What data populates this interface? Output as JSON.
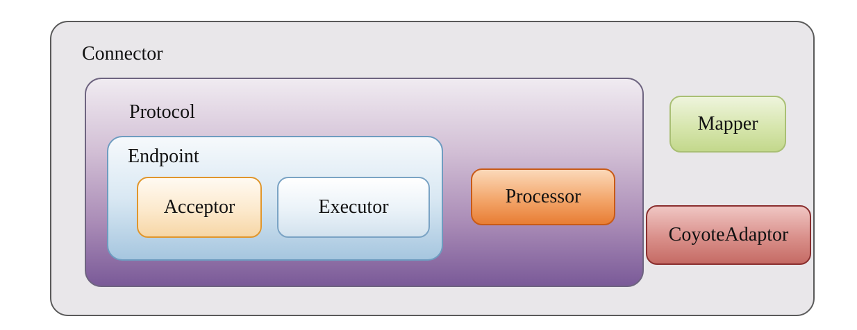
{
  "diagram": {
    "connector": {
      "label": "Connector"
    },
    "protocol": {
      "label": "Protocol"
    },
    "endpoint": {
      "label": "Endpoint"
    },
    "acceptor": {
      "label": "Acceptor"
    },
    "executor": {
      "label": "Executor"
    },
    "processor": {
      "label": "Processor"
    },
    "mapper": {
      "label": "Mapper"
    },
    "coyote_adaptor": {
      "label": "CoyoteAdaptor"
    }
  },
  "colors": {
    "connector_fill": "#e9e7ea",
    "protocol_fill": "#7a5a98",
    "endpoint_fill": "#a6c6df",
    "acceptor_fill": "#f6d6a6",
    "executor_fill": "#d2e2ee",
    "processor_fill": "#e87d34",
    "mapper_fill": "#c3d88c",
    "coyote_adaptor_fill": "#c56b65"
  }
}
